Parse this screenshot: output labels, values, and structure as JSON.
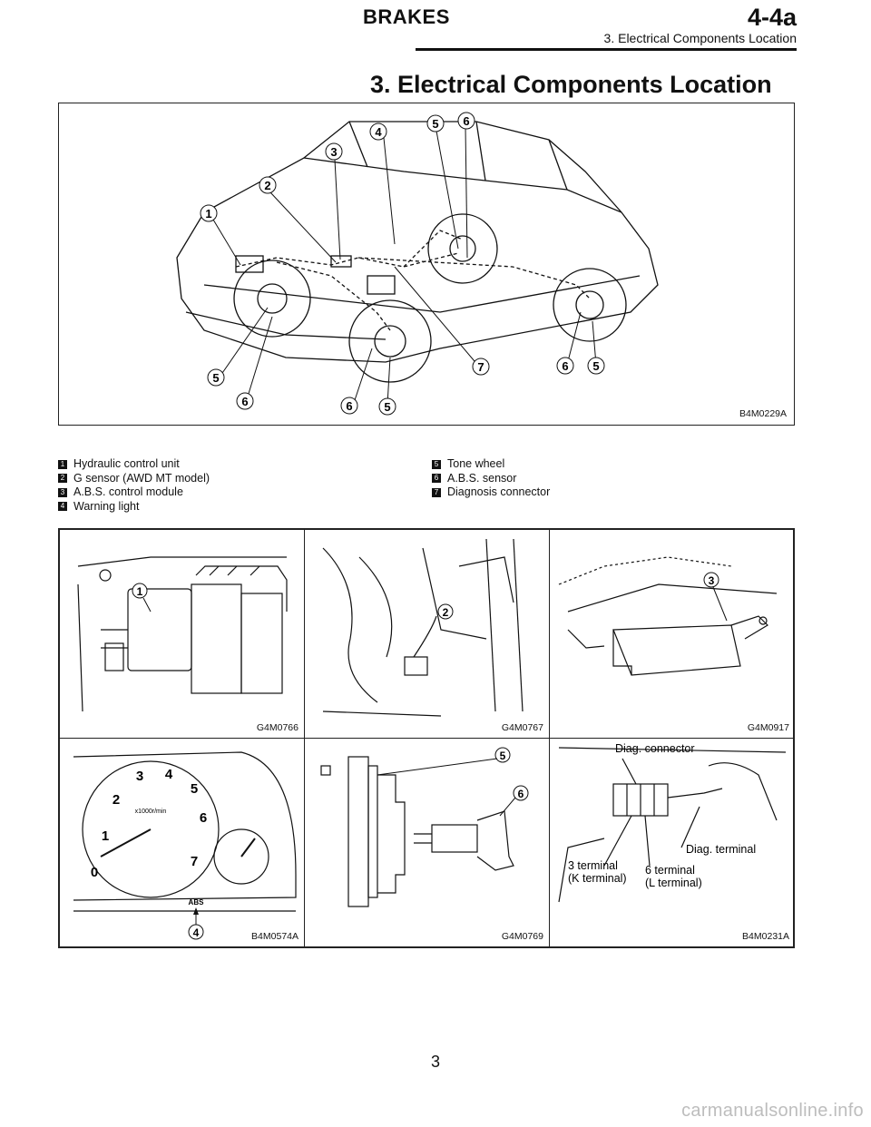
{
  "header": {
    "section": "BRAKES",
    "code": "4-4a",
    "subtitle": "3. Electrical Components Location"
  },
  "title": "3. Electrical Components Location",
  "main_figure": {
    "code": "B4M0229A",
    "callouts": [
      "1",
      "2",
      "3",
      "4",
      "5",
      "6",
      "7"
    ]
  },
  "legend": {
    "left": [
      {
        "num": "1",
        "label": "Hydraulic control unit"
      },
      {
        "num": "2",
        "label": "G sensor (AWD MT model)"
      },
      {
        "num": "3",
        "label": "A.B.S. control module"
      },
      {
        "num": "4",
        "label": "Warning light"
      }
    ],
    "right": [
      {
        "num": "5",
        "label": "Tone wheel"
      },
      {
        "num": "6",
        "label": "A.B.S. sensor"
      },
      {
        "num": "7",
        "label": "Diagnosis connector"
      }
    ]
  },
  "panels": [
    {
      "code": "G4M0766",
      "callout": "1"
    },
    {
      "code": "G4M0767",
      "callout": "2"
    },
    {
      "code": "G4M0917",
      "callout": "3"
    },
    {
      "code": "B4M0574A",
      "callout": "4",
      "gauge_numbers": [
        "0",
        "1",
        "2",
        "3",
        "4",
        "5",
        "6",
        "7"
      ],
      "gauge_unit": "x1000r/min",
      "gauge_label": "ABS"
    },
    {
      "code": "G4M0769",
      "callouts": [
        "5",
        "6"
      ]
    },
    {
      "code": "B4M0231A",
      "labels": [
        "Diag. connector",
        "Diag. terminal",
        "3 terminal",
        "(K terminal)",
        "6 terminal",
        "(L terminal)"
      ]
    }
  ],
  "page_number": "3",
  "watermark": "carmanualsonline.info"
}
